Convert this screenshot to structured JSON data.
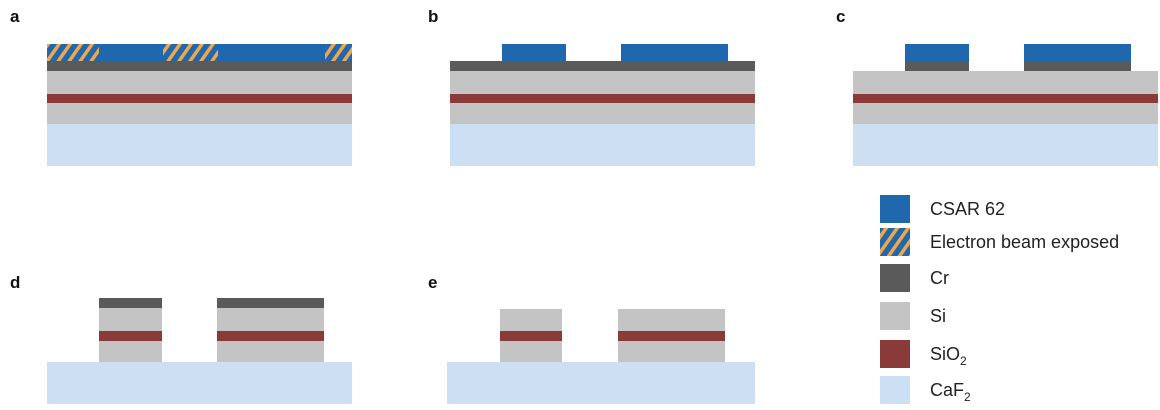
{
  "panels": [
    {
      "label": "a"
    },
    {
      "label": "b"
    },
    {
      "label": "c"
    },
    {
      "label": "d"
    },
    {
      "label": "e"
    }
  ],
  "legend": {
    "items": [
      {
        "key": "csar",
        "label": "CSAR 62",
        "color": "#1f68ae"
      },
      {
        "key": "exposed",
        "label": "Electron beam exposed",
        "color": "#1f68ae",
        "pattern_color": "#f0a64a"
      },
      {
        "key": "cr",
        "label": "Cr",
        "color": "#5a5a5a"
      },
      {
        "key": "si",
        "label": "Si",
        "color": "#c4c4c4"
      },
      {
        "key": "sio2",
        "label": "SiO",
        "subscript": "2",
        "color": "#8b3a3a"
      },
      {
        "key": "caf2",
        "label": "CaF",
        "subscript": "2",
        "color": "#cde0f3"
      }
    ]
  }
}
